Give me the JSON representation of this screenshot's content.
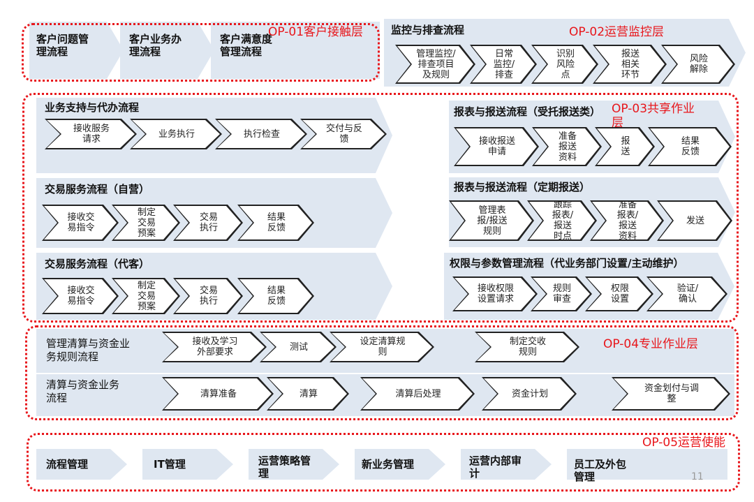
{
  "colors": {
    "accent_red": "#e8161b",
    "band": "#dfe7f1"
  },
  "op01": {
    "tag": "OP-01客户接触层",
    "items": [
      "客户问题管\n理流程",
      "客户业务办\n理流程",
      "客户满意度\n管理流程"
    ]
  },
  "op02": {
    "tag": "OP-02运营监控层",
    "title": "监控与排查流程",
    "steps": [
      "管理监控/\n排查项目\n及规则",
      "日常\n监控/\n排查",
      "识别\n风险\n点",
      "报送\n相关\n环节",
      "风险\n解除"
    ]
  },
  "op03": {
    "tag": "OP-03共享作业\n层",
    "support": {
      "title": "业务支持与代办流程",
      "steps": [
        "接收服务\n请求",
        "业务执行",
        "执行检查",
        "交付与反\n馈"
      ]
    },
    "trade_self": {
      "title": "交易服务流程（自营）",
      "steps": [
        "接收交\n易指令",
        "制定\n交易\n预案",
        "交易\n执行",
        "结果\n反馈"
      ]
    },
    "trade_agent": {
      "title": "交易服务流程（代客）",
      "steps": [
        "接收交\n易指令",
        "制定\n交易\n预案",
        "交易\n执行",
        "结果\n反馈"
      ]
    },
    "report_trust": {
      "title": "报表与报送流程（受托报送类）",
      "steps": [
        "接收报送\n申请",
        "准备\n报送\n资料",
        "报\n送",
        "结果\n反馈"
      ]
    },
    "report_period": {
      "title": "报表与报送流程（定期报送）",
      "steps": [
        "管理表\n报/报送\n规则",
        "跟踪\n报表/\n报送\n时点",
        "准备\n报表/\n报送\n资料",
        "发送"
      ]
    },
    "permission": {
      "title": "权限与参数管理流程（代业务部门设置/主动维护）",
      "steps": [
        "接收权限\n设置请求",
        "规则\n审查",
        "权限\n设置",
        "验证/\n确认"
      ]
    }
  },
  "op04": {
    "tag": "OP-04专业作业层",
    "row1": {
      "title": "管理清算与资金业\n务规则流程",
      "steps": [
        "接收及学习\n外部要求",
        "测试",
        "设定清算规\n则",
        "制定交收\n规则"
      ]
    },
    "row2": {
      "title": "清算与资金业务\n流程",
      "steps": [
        "清算准备",
        "清算",
        "清算后处理",
        "资金计划",
        "资金划付与调\n整"
      ]
    }
  },
  "op05": {
    "tag": "OP-05运营使能",
    "items": [
      "流程管理",
      "IT管理",
      "运营策略管\n理",
      "新业务管理",
      "运营内部审\n计",
      "员工及外包\n管理"
    ]
  },
  "page_number": "11"
}
